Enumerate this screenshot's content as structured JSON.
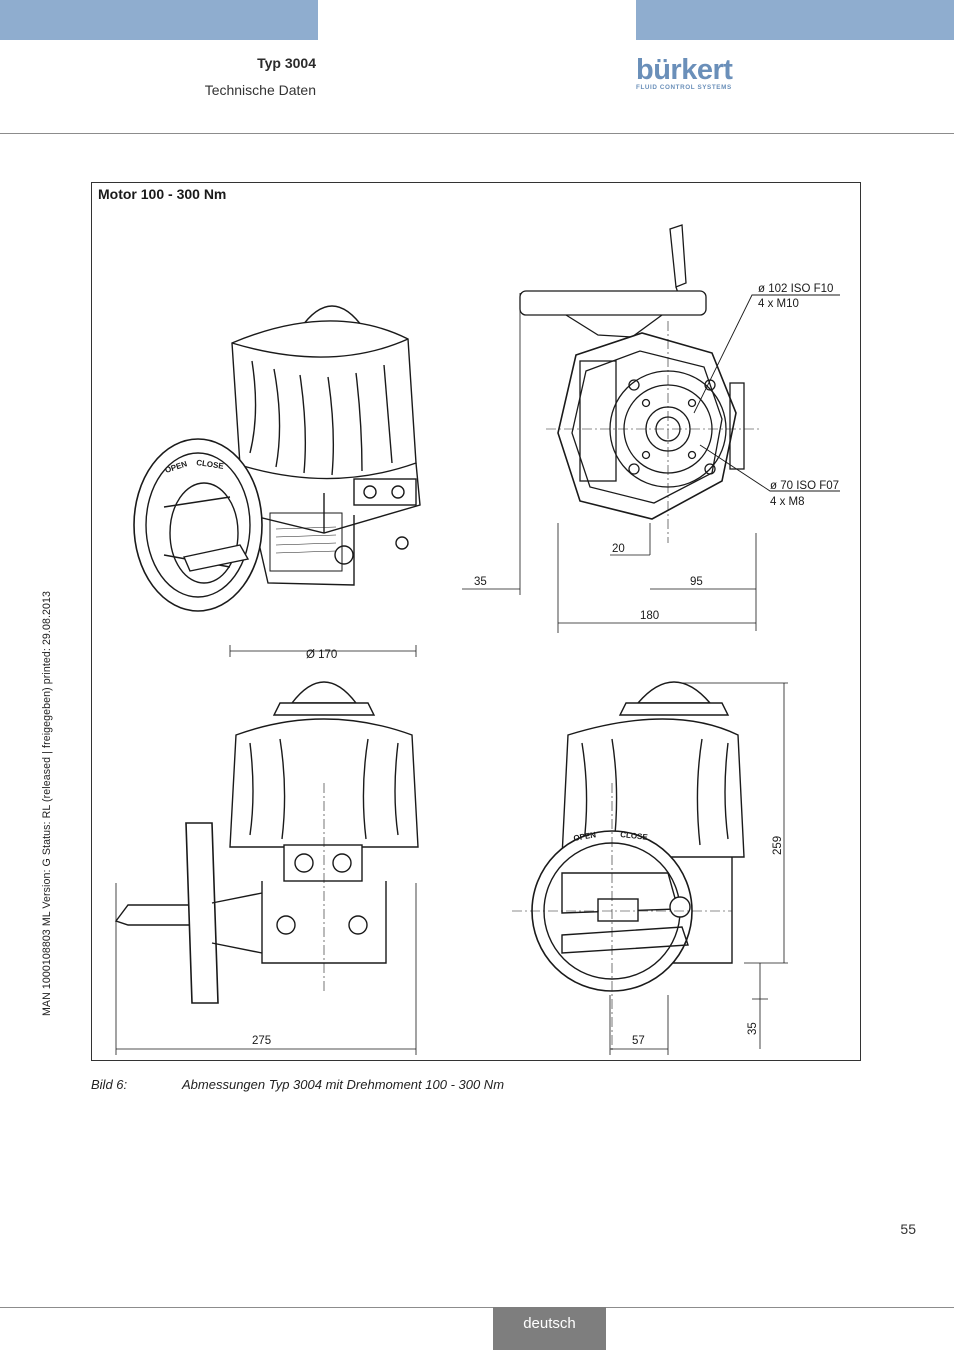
{
  "header": {
    "title": "Typ 3004",
    "subtitle": "Technische Daten",
    "logo_word": "bürkert",
    "logo_tagline": "FLUID CONTROL SYSTEMS"
  },
  "figure": {
    "title": "Motor 100 - 300 Nm",
    "dimensions": {
      "flange_large_1": "ø 102 ISO F10",
      "flange_large_2": "4 x M10",
      "flange_small_1": "ø 70 ISO F07",
      "flange_small_2": "4 x M8",
      "d20": "20",
      "d35_top": "35",
      "d95": "95",
      "d180": "180",
      "d170": "Ø 170",
      "d275": "275",
      "d57": "57",
      "d259": "259",
      "d35_side": "35"
    },
    "handwheel_labels": {
      "open": "OPEN",
      "close": "CLOSE"
    }
  },
  "caption": {
    "label": "Bild 6:",
    "text": "Abmessungen Typ 3004 mit Drehmoment 100 - 300 Nm"
  },
  "side_note": "MAN  1000108803  ML  Version: G  Status: RL (released | freigegeben)  printed: 29.08.2013",
  "page_number": "55",
  "language_tab": "deutsch"
}
